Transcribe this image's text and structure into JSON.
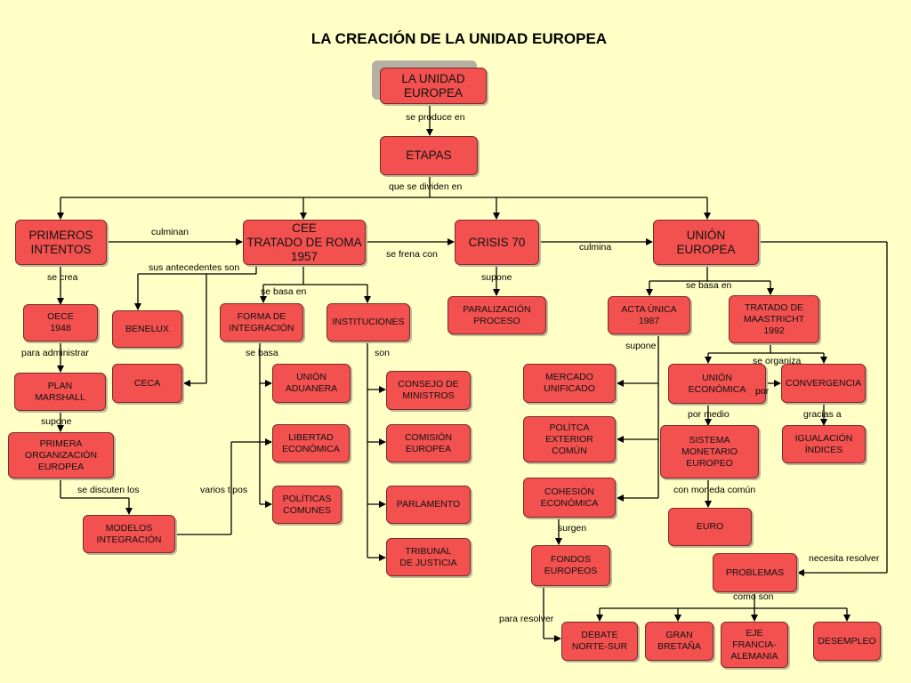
{
  "title": "LA CREACIÓN DE LA UNIDAD EUROPEA",
  "nodes": {
    "unidad": "LA UNIDAD\nEUROPEA",
    "etapas": "ETAPAS",
    "primeros": "PRIMEROS\nINTENTOS",
    "cee": "CEE\nTRATADO DE ROMA\n1957",
    "crisis": "CRISIS 70",
    "union": "UNIÓN\nEUROPEA",
    "oece": "OECE\n1948",
    "benelux": "BENELUX",
    "forma": "FORMA DE\nINTEGRACIÓN",
    "instituciones": "INSTITUCIONES",
    "paralizacion": "PARALIZACIÓN\nPROCESO",
    "acta": "ACTA ÚNICA\n1987",
    "maastricht": "TRATADO DE\nMAASTRICHT\n1992",
    "marshall": "PLAN\nMARSHALL",
    "ceca": "CECA",
    "aduanera": "UNIÓN\nADUANERA",
    "consejo": "CONSEJO DE\nMINISTROS",
    "mercado": "MERCADO\nUNIFICADO",
    "uecon": "UNIÓN\nECONÓMICA",
    "convergencia": "CONVERGENCIA",
    "primera_org": "PRIMERA\nORGANIZACIÓN\nEUROPEA",
    "libertad": "LIBERTAD\nECONÓMICA",
    "comision": "COMISIÓN\nEUROPEA",
    "exterior": "POLÍTCA\nEXTERIOR\nCOMÚN",
    "sistema": "SISTEMA\nMONETARIO\nEUROPEO",
    "igualacion": "IGUALACIÓN\nÍNDICES",
    "politicas": "POLÍTICAS\nCOMUNES",
    "parlamento": "PARLAMENTO",
    "cohesion": "COHESIÓN\nECONÓMICA",
    "euro": "EURO",
    "modelos": "MODELOS\nINTEGRACIÓN",
    "tribunal": "TRIBUNAL\nDE JUSTICIA",
    "fondos": "FONDOS\nEUROPEOS",
    "problemas": "PROBLEMAS",
    "debate": "DEBATE\nNORTE-SUR",
    "gran": "GRAN\nBRETAÑA",
    "eje": "EJE\nFRANCIA-\nALEMANIA",
    "desempleo": "DESEMPLEO"
  },
  "labels": {
    "se_produce": "se produce en",
    "se_dividen": "que se dividen en",
    "culminan": "culminan",
    "culmina": "culmina",
    "se_frena": "se frena con",
    "sus_antecedentes": "sus antecedentes son",
    "se_crea": "se crea",
    "se_basa_en_cee": "se basa en",
    "supone_crisis": "supone",
    "se_basa_en_ue": "se basa en",
    "para_administrar": "para administrar",
    "se_basa": "se basa",
    "son": "son",
    "supone_acta": "supone",
    "se_organiza": "se organiza",
    "por": "por",
    "supone_marshall": "supone",
    "por_medio": "por medio",
    "gracias_a": "gracias a",
    "se_discuten": "se discuten los",
    "varios_tipos": "varios tipos",
    "con_moneda": "con moneda común",
    "surgen": "surgen",
    "necesita": "necesita resolver",
    "como_son": "como son",
    "para_resolver": "para resolver"
  }
}
